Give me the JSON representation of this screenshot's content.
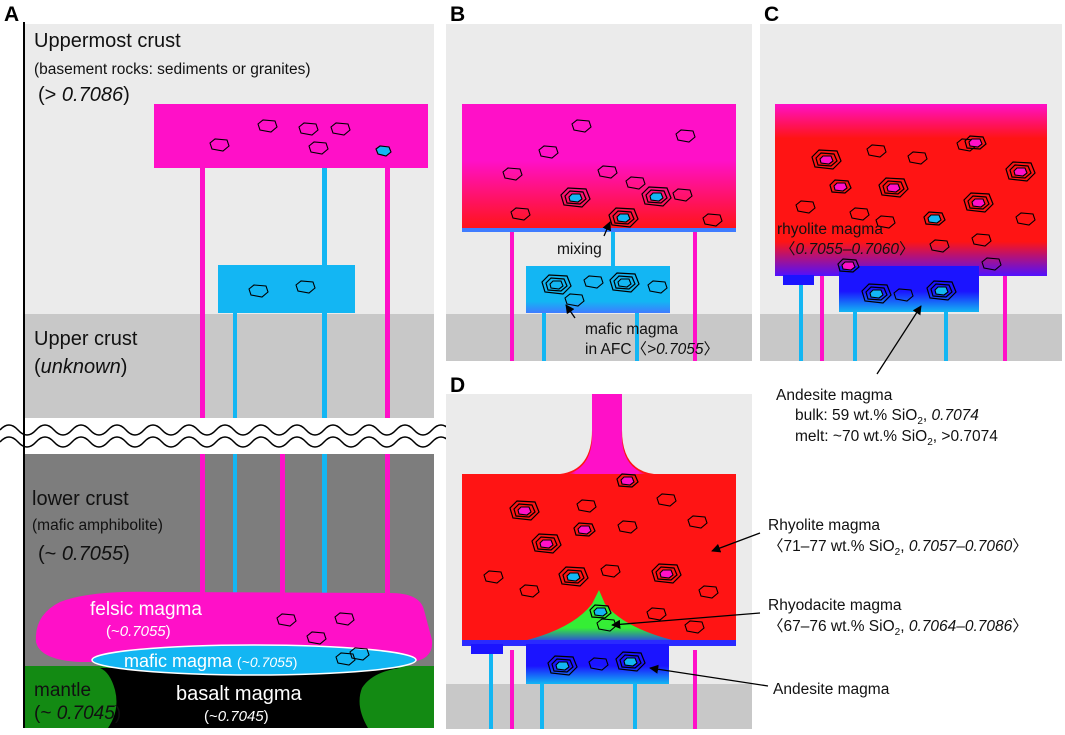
{
  "panels": {
    "a": {
      "label": "A",
      "uppermost_title": "Uppermost crust",
      "uppermost_sub": "(basement rocks: sediments or granites)",
      "uppermost_iso_pre": "(> ",
      "uppermost_iso_val": "0.7086",
      "uppermost_iso_post": ")",
      "upper_title": "Upper crust",
      "upper_sub_pre": "(",
      "upper_sub_val": "unknown",
      "upper_sub_post": ")",
      "lower_title": "lower crust",
      "lower_sub": "(mafic amphibolite)",
      "lower_iso_pre": "(~ ",
      "lower_iso_val": "0.7055",
      "lower_iso_post": ")",
      "felsic_title": "felsic magma",
      "felsic_iso_pre": "(~",
      "felsic_iso_val": "0.7055",
      "felsic_iso_post": ")",
      "mafic_title": "mafic magma ",
      "mafic_iso_pre": "(~",
      "mafic_iso_val": "0.7055",
      "mafic_iso_post": ")",
      "mantle_title": "mantle",
      "mantle_iso_pre": "(~ ",
      "mantle_iso_val": "0.7045",
      "mantle_iso_post": ")",
      "basalt_title": "basalt magma",
      "basalt_iso_pre": "(~",
      "basalt_iso_val": "0.7045",
      "basalt_iso_post": ")"
    },
    "b": {
      "label": "B",
      "mixing": "mixing",
      "mafic_line1": "mafic magma",
      "mafic_line2_pre": "in AFC〈",
      "mafic_line2_val": ">0.7055",
      "mafic_line2_post": "〉"
    },
    "c": {
      "label": "C",
      "rhyolite_line1": "rhyolite magma",
      "rhyolite_line2_pre": "〈",
      "rhyolite_line2_val": "0.7055–0.7060",
      "rhyolite_line2_post": "〉",
      "andesite_title": "Andesite magma",
      "bulk_pre": "bulk: 59 wt.% SiO",
      "bulk_sub": "2",
      "bulk_mid": ", ",
      "bulk_val": "0.7074",
      "melt_pre": "melt: ~70 wt.% SiO",
      "melt_sub": "2",
      "melt_post": ", >0.7074"
    },
    "d": {
      "label": "D",
      "rhyolite_title": "Rhyolite magma",
      "rhyolite_pre": "〈71–77 wt.% SiO",
      "rhyolite_sub": "2",
      "rhyolite_mid": ", ",
      "rhyolite_val": "0.7057–0.7060",
      "rhyolite_post": "〉",
      "rhyodacite_title": "Rhyodacite magma",
      "rhyodacite_pre": "〈67–76 wt.% SiO",
      "rhyodacite_sub": "2",
      "rhyodacite_mid": ", ",
      "rhyodacite_val": "0.7064–0.7086",
      "rhyodacite_post": "〉",
      "andesite_title": "Andesite magma"
    }
  },
  "colors": {
    "magenta": "#ff10c8",
    "cyan": "#13b6f3",
    "red": "#ff1414",
    "blue": "#1b14ff",
    "green": "#138a13",
    "bright_green": "#35ee35",
    "light_gray": "#ebebeb",
    "mid_gray": "#c8c8c8",
    "dark_gray": "#7d7d7d"
  }
}
